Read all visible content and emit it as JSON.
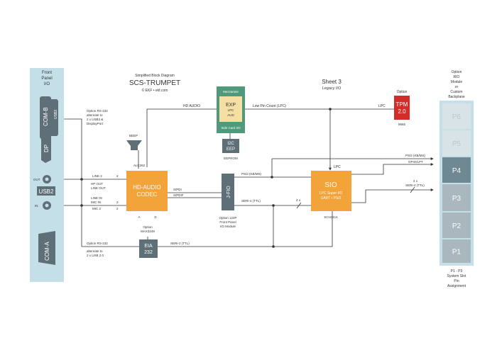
{
  "header": {
    "subtitle": "Simplified Block Diagram",
    "title": "SCS-TRUMPET",
    "copyright": "© EKF • ekf.com",
    "sheet": "Sheet 3",
    "sheet_sub": "Legacy I/O"
  },
  "front_panel": {
    "title_line1": "Front",
    "title_line2": "Panel",
    "title_line3": "I/O",
    "comb": "COM-B",
    "comb_usb": "USB3",
    "dp": "DP",
    "out": "OUT",
    "usb2": "USB2",
    "in": "IN",
    "coma": "COM-A"
  },
  "backplane": {
    "title": [
      "Option",
      "RIO",
      "Module",
      "or",
      "Custom",
      "Backplane"
    ],
    "slots": [
      "P6",
      "P5",
      "P4",
      "P3",
      "P2",
      "P1"
    ],
    "footer": [
      "P1 - P3",
      "System Slot",
      "Pin",
      "Assignment"
    ]
  },
  "blocks": {
    "codec_title": "HD-AUDIO",
    "codec_sub": "CODEC",
    "codec_chip": "ALC262",
    "codec_a": "A",
    "codec_d": "D",
    "sio_title": "SIO",
    "sio_sub1": "LPC Super I/O",
    "sio_sub2": "UART • PS/2",
    "sio_chip": "SCH3114",
    "mezz_title": "Mezzanine",
    "mezz_exp": "EXP",
    "mezz_lpc": "LPC",
    "mezz_aud": "AUD",
    "mezz_footer": "Side Card I/O",
    "i2c_line1": "I2C",
    "i2c_line2": "EEP",
    "eeprom": "EEPROM",
    "tpm_option": "Option",
    "tpm_line1": "TPM",
    "tpm_line2": "2.0",
    "tpm_chip": "9665",
    "jfio": "J-FIO",
    "jfio_l1": "Option 124P",
    "jfio_l2": "Front Panel",
    "jfio_l3": "I/O Module",
    "eia_option": "Option",
    "eia_chip": "MAX3249",
    "eia_line1": "EIA",
    "eia_line2": "232",
    "beep": "BEEP"
  },
  "labels": {
    "hd_audio": "HD AUDIO",
    "low_pin": "Low Pin Count (LPC)",
    "lpc_tpm": "LPC",
    "lpc_sio": "LPC",
    "comb_opt1": "Option RS-232",
    "comb_opt2": "alternate to",
    "comb_opt3": "2 x USB3 &",
    "comb_opt4": "DisplayPort",
    "line2": "LINE 2",
    "hp_out": "HP OUT",
    "line_out": "LINE OUT",
    "line_in": "LINE IN",
    "mic_in": "MIC IN",
    "mic2": "MIC 2",
    "num_a": "2",
    "num_b": "2",
    "num_c": "2",
    "spdif_in": "S/PDI",
    "spdif_out": "S/PDIF",
    "ps2_kb_ms": "PS/2 (KB/MS)",
    "ps2_kb_ms_bp": "PS/2 (KB/MS)",
    "gpio": "GPIO/LPT",
    "seri4_bp": "SERI-4 (TTL)",
    "seri4_bp_x": "4 x",
    "seri4": "SERI-4 (TTL)",
    "seri4_x": "4 x",
    "seri2": "SERI-2 (TTL)",
    "coma_opt1": "Option RS-232",
    "coma_opt2": "alternate to",
    "coma_opt3": "2 x USB 2.0",
    "lpc_vert": "LPC"
  },
  "colors": {
    "panel": "#c4dfe8",
    "orange": "#f2a33a",
    "red": "#d12d2b",
    "green": "#4e9a7a",
    "gray": "#5f6f78",
    "slot": "#a9b8be",
    "slot_active": "#6e8994"
  }
}
